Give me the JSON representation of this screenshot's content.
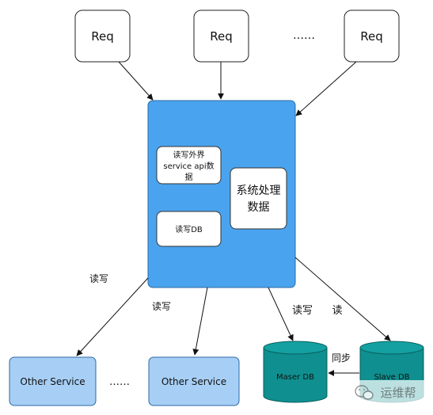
{
  "requests": {
    "req1": "Req",
    "req2": "Req",
    "req3": "Req",
    "ellipsis": "……"
  },
  "server": {
    "read_external_line1": "读写外界",
    "read_external_line2": "service api数",
    "read_external_line3": "据",
    "read_db": "读写DB",
    "process_line1": "系统处理",
    "process_line2": "数据"
  },
  "edges": {
    "rw_left": "读写",
    "rw_middle": "读写",
    "rw_master": "读写",
    "read_slave": "读",
    "sync": "同步"
  },
  "services": {
    "service1": "Other Service",
    "service2": "Other Service",
    "ellipsis": "……"
  },
  "databases": {
    "master": "Maser DB",
    "slave": "Slave DB"
  },
  "watermark": {
    "text": "运维帮"
  },
  "colors": {
    "server_fill": "#4aa3ee",
    "service_fill": "#a7cff5",
    "db_fill": "#0f8f8f"
  }
}
